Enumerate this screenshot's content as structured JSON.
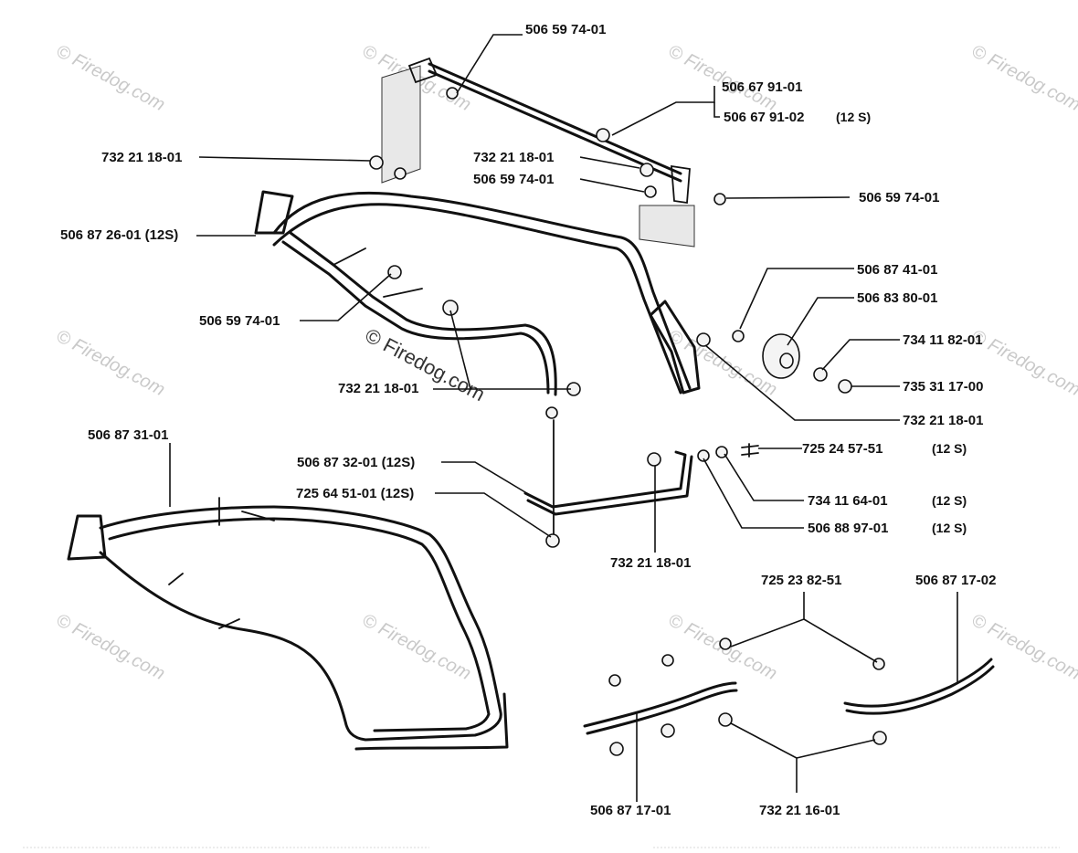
{
  "watermark": {
    "text": "© Firedog.com",
    "center_text": "© Firedog.com"
  },
  "labels": {
    "p_50659740_top": "506 59 74-01",
    "p_50667910_1": "506 67 91-01",
    "p_50667910_2": "506 67 91-02",
    "p_50667910_2_tag": "(12 S)",
    "p_73221180_left": "732 21 18-01",
    "p_73221180_mid": "732 21 18-01",
    "p_50659740_mid": "506 59 74-01",
    "p_50659740_right": "506 59 74-01",
    "p_50687260": "506 87 26-01 (12S)",
    "p_50687410": "506 87 41-01",
    "p_50683800": "506 83 80-01",
    "p_50659740_left": "506 59 74-01",
    "p_73411820": "734 11 82-01",
    "p_73531170": "735 31 17-00",
    "p_73221180_center": "732 21 18-01",
    "p_73221180_wheel": "732 21 18-01",
    "p_50687310": "506 87 31-01",
    "p_50687320": "506 87 32-01 (12S)",
    "p_72524570": "725 24 57-51",
    "p_72524570_tag": "(12 S)",
    "p_72564510": "725 64 51-01 (12S)",
    "p_73411640": "734 11 64-01",
    "p_73411640_tag": "(12 S)",
    "p_50688970": "506 88 97-01",
    "p_50688970_tag": "(12 S)",
    "p_73221180_bottom": "732 21 18-01",
    "p_72523820": "725 23 82-51",
    "p_50687170_2": "506 87 17-02",
    "p_50687170_1": "506 87 17-01",
    "p_73221160": "732 21 16-01"
  }
}
